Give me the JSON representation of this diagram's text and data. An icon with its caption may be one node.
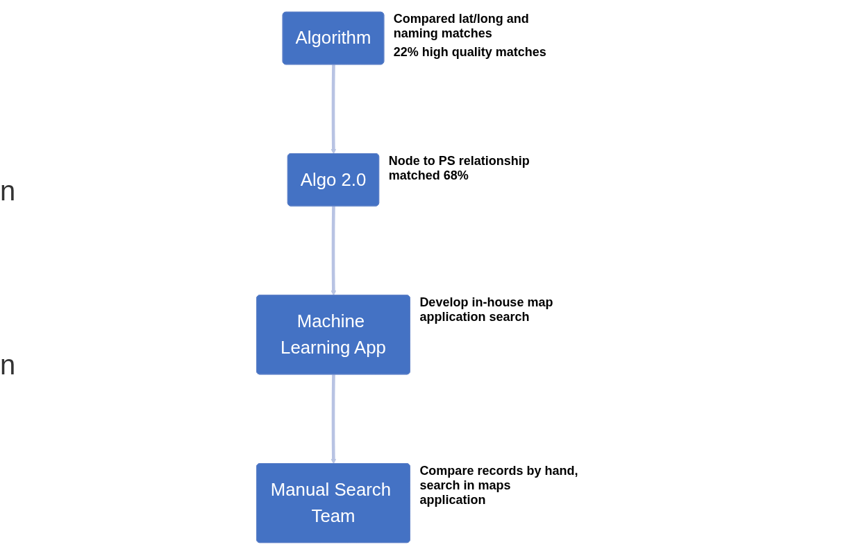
{
  "diagram": {
    "nodes": [
      {
        "text": [
          "Algorithm"
        ],
        "beside": [
          "Compared lat/long and naming matches",
          "22% high quality matches"
        ]
      },
      {
        "text": [
          "Algo 2.0"
        ],
        "beside": [
          "Node to PS relationship matched 68%"
        ]
      },
      {
        "text": [
          "Machine Learning App"
        ],
        "beside": [
          "Develop in-house map application search"
        ]
      },
      {
        "text": [
          "Manual Search Team"
        ],
        "beside": [
          "Compare records by hand, search in maps application"
        ]
      }
    ],
    "edges": [
      {
        "from": 0,
        "to": 1,
        "arrow": "to"
      },
      {
        "from": 1,
        "to": 2,
        "arrow": "to"
      },
      {
        "from": 2,
        "to": 3,
        "arrow": "to"
      }
    ],
    "labels": [
      "n",
      "n"
    ]
  }
}
